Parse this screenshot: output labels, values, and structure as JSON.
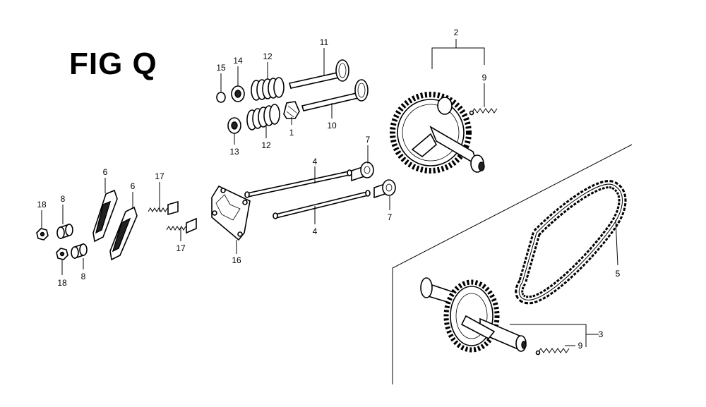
{
  "figure": {
    "title": "FIG Q"
  },
  "callouts": {
    "c1": "1",
    "c2": "2",
    "c3": "3",
    "c4a": "4",
    "c4b": "4",
    "c5": "5",
    "c6a": "6",
    "c6b": "6",
    "c7a": "7",
    "c7b": "7",
    "c8a": "8",
    "c8b": "8",
    "c9a": "9",
    "c9b": "9",
    "c10": "10",
    "c11": "11",
    "c12a": "12",
    "c12b": "12",
    "c13": "13",
    "c14": "14",
    "c15": "15",
    "c16": "16",
    "c17a": "17",
    "c17b": "17",
    "c18a": "18",
    "c18b": "18"
  }
}
